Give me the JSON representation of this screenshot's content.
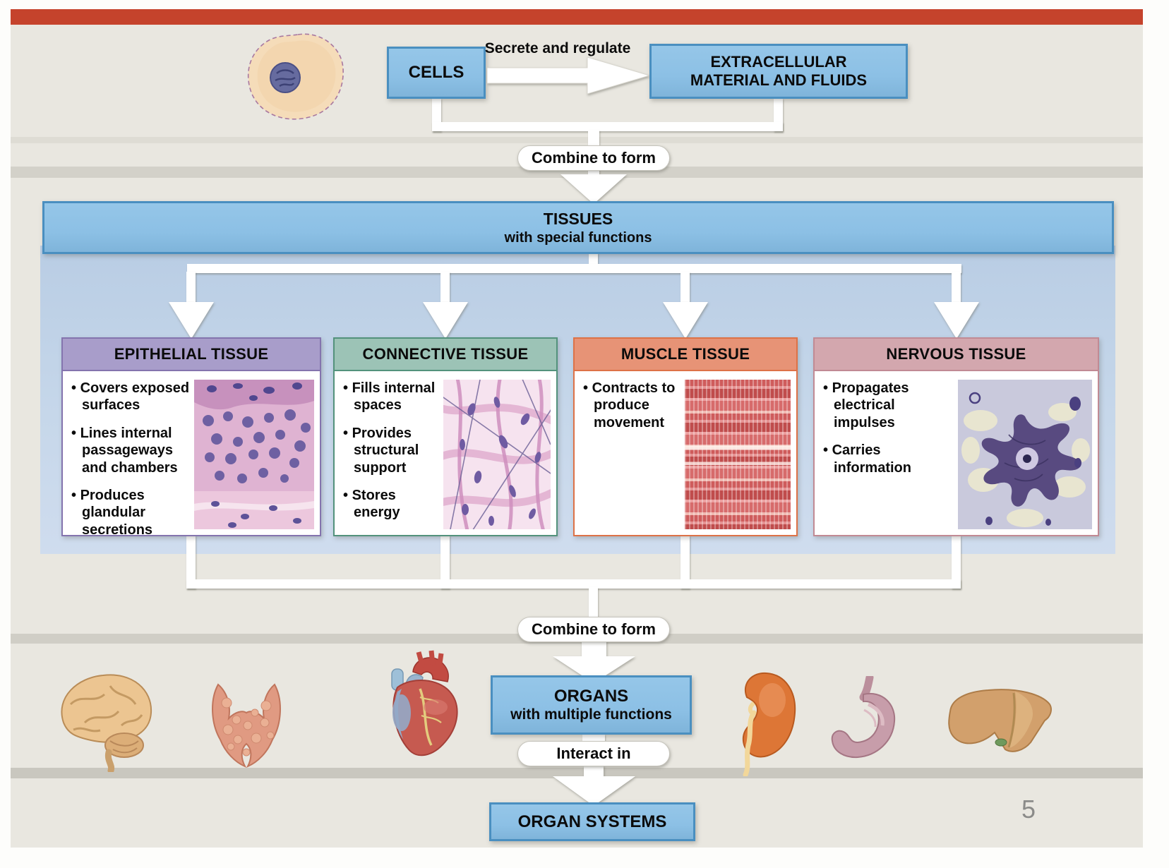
{
  "page": {
    "slide_number": "5"
  },
  "top_flow": {
    "cells_box": "CELLS",
    "secrete_arrow_label": "Secrete and regulate",
    "extracellular_line1": "EXTRACELLULAR",
    "extracellular_line2": "MATERIAL AND FLUIDS",
    "combine_pill": "Combine to form"
  },
  "tissues_box": {
    "title": "TISSUES",
    "subtitle": "with special functions"
  },
  "tissue_cards": [
    {
      "title": "EPITHELIAL TISSUE",
      "bullets": [
        "Covers exposed surfaces",
        "Lines internal passageways and chambers",
        "Produces glandular secretions"
      ],
      "header_bg": "#a89dca",
      "border": "#8474ae",
      "micrograph": "stratified-epithelium"
    },
    {
      "title": "CONNECTIVE TISSUE",
      "bullets": [
        "Fills internal spaces",
        "Provides structural support",
        "Stores energy"
      ],
      "header_bg": "#9cc3b6",
      "border": "#53927c",
      "micrograph": "connective-fibers"
    },
    {
      "title": "MUSCLE TISSUE",
      "bullets": [
        "Contracts to produce movement"
      ],
      "header_bg": "#e79376",
      "border": "#dd7247",
      "micrograph": "striated-muscle"
    },
    {
      "title": "NERVOUS TISSUE",
      "bullets": [
        "Propagates electrical impulses",
        "Carries information"
      ],
      "header_bg": "#d3a7ae",
      "border": "#c18a94",
      "micrograph": "neuron"
    }
  ],
  "bottom_flow": {
    "combine_pill": "Combine to form",
    "organs_title": "ORGANS",
    "organs_subtitle": "with multiple functions",
    "interact_pill": "Interact in",
    "organ_systems_box": "ORGAN SYSTEMS"
  },
  "organs_row": [
    "brain",
    "thyroid-gland",
    "heart",
    "kidney",
    "stomach",
    "liver"
  ],
  "colors": {
    "top_bar": "#c5432c",
    "slide_background": "#e9e7e0",
    "flow_box_fill": "#8cc0e5",
    "flow_box_border": "#4a8fc0",
    "tissues_panel": "#c6d7ea",
    "connector": "#ffffff",
    "page_number": "#8b8b89"
  }
}
